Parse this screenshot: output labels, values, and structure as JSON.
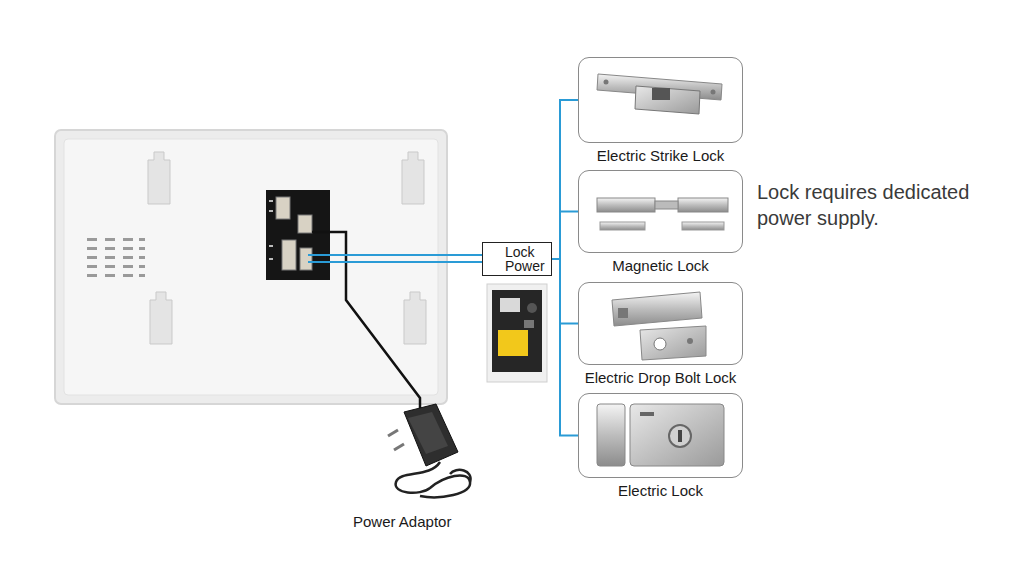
{
  "diagram": {
    "nodes": [
      {
        "text": [
          "Lock Power"
        ]
      },
      {
        "text": [
          "Electric Strike Lock"
        ]
      },
      {
        "text": [
          "Magnetic Lock"
        ]
      },
      {
        "text": [
          "Electric Drop Bolt Lock"
        ]
      },
      {
        "text": [
          "Electric Lock"
        ]
      }
    ],
    "edges": [
      {
        "from": 0,
        "to": 1,
        "arrow": "none"
      },
      {
        "from": 0,
        "to": 2,
        "arrow": "none"
      },
      {
        "from": 0,
        "to": 3,
        "arrow": "none"
      },
      {
        "from": 0,
        "to": 4,
        "arrow": "none"
      }
    ],
    "labels": [
      "Power Adaptor",
      "Lock requires dedicated power supply."
    ]
  }
}
